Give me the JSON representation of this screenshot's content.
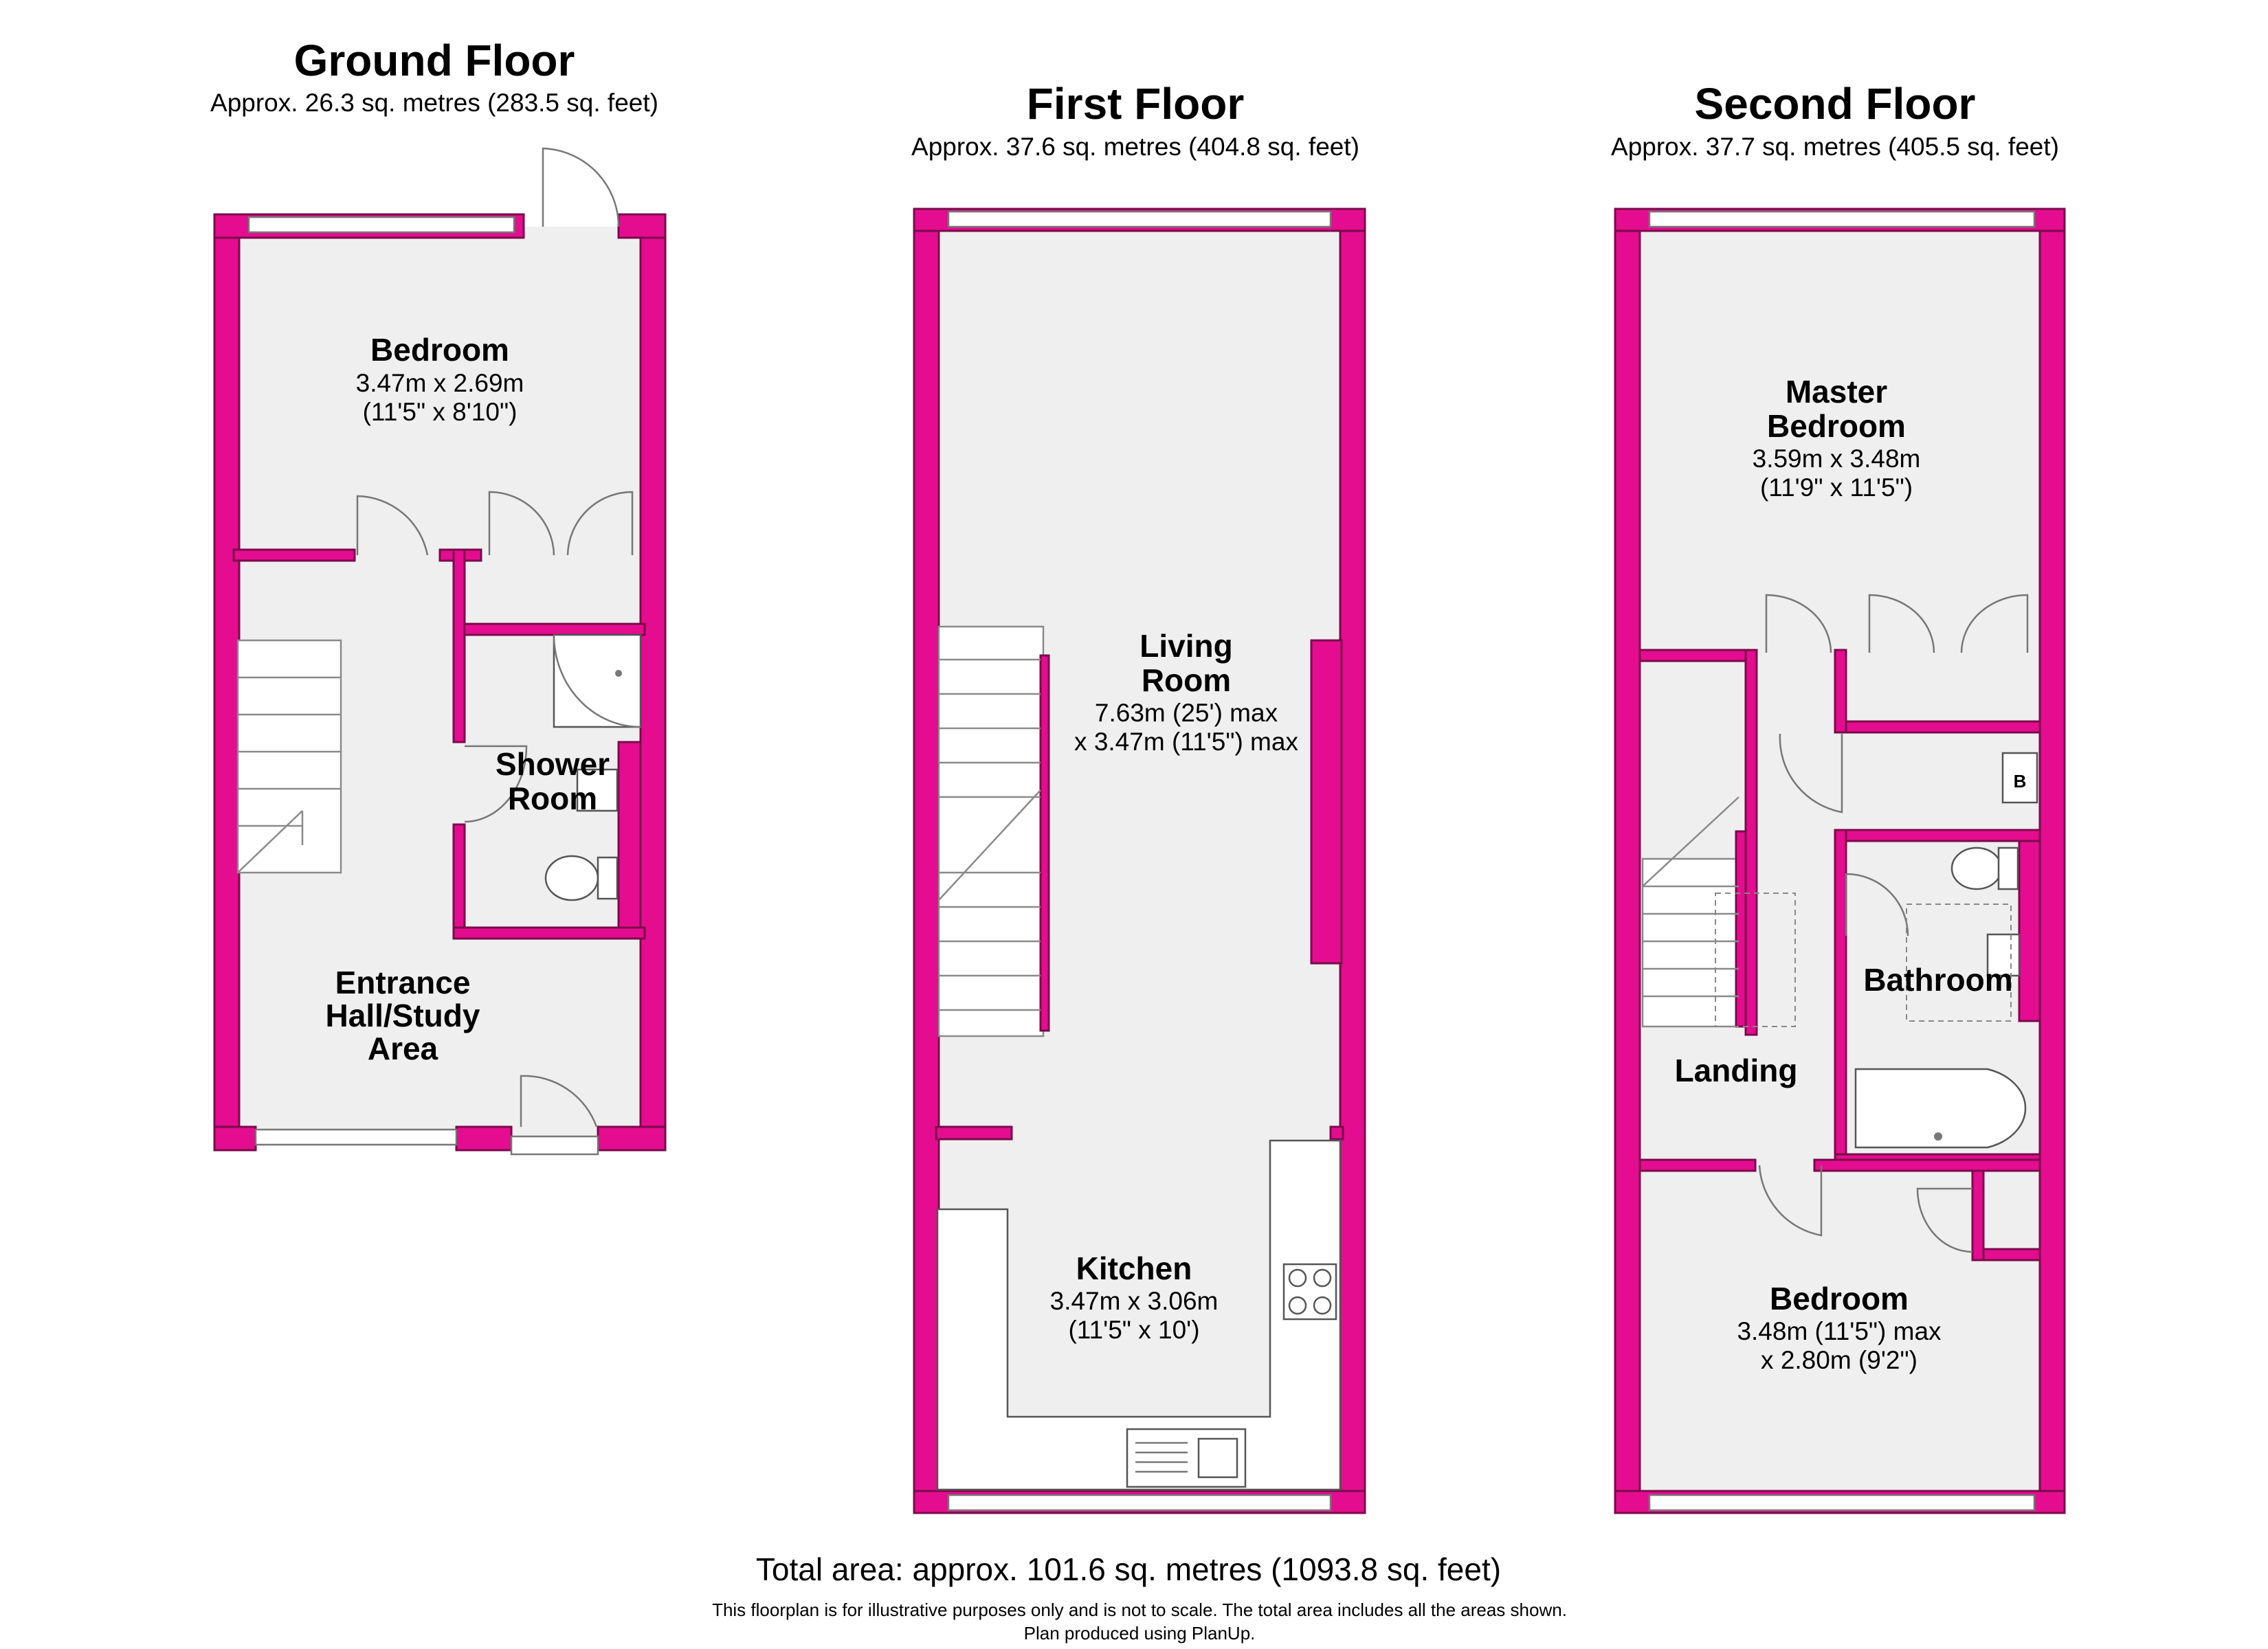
{
  "floors": {
    "ground": {
      "title": "Ground Floor",
      "area": "Approx. 26.3 sq. metres (283.5 sq. feet)"
    },
    "first": {
      "title": "First Floor",
      "area": "Approx. 37.6 sq. metres (404.8 sq. feet)"
    },
    "second": {
      "title": "Second Floor",
      "area": "Approx. 37.7 sq. metres (405.5 sq. feet)"
    }
  },
  "rooms": {
    "ground_bedroom": {
      "name": "Bedroom",
      "dim1": "3.47m x 2.69m",
      "dim2": "(11'5\" x 8'10\")"
    },
    "shower": {
      "name1": "Shower",
      "name2": "Room"
    },
    "entrance": {
      "name1": "Entrance",
      "name2": "Hall/Study",
      "name3": "Area"
    },
    "living": {
      "name1": "Living",
      "name2": "Room",
      "dim1": "7.63m (25') max",
      "dim2": "x 3.47m (11'5\") max"
    },
    "kitchen": {
      "name": "Kitchen",
      "dim1": "3.47m x 3.06m",
      "dim2": "(11'5\" x 10')"
    },
    "master": {
      "name1": "Master",
      "name2": "Bedroom",
      "dim1": "3.59m x 3.48m",
      "dim2": "(11'9\" x 11'5\")"
    },
    "bathroom": {
      "name": "Bathroom"
    },
    "landing": {
      "name": "Landing"
    },
    "second_bedroom": {
      "name": "Bedroom",
      "dim1": "3.48m (11'5\") max",
      "dim2": "x 2.80m (9'2\")"
    },
    "boiler": {
      "label": "B"
    }
  },
  "footer": {
    "total": "Total area: approx. 101.6 sq. metres (1093.8 sq. feet)",
    "disclaimer": "This floorplan is for illustrative purposes only and is not to scale. The total area includes all the areas shown.",
    "credit": "Plan produced using PlanUp."
  },
  "colors": {
    "wall": "#e40d8f",
    "floor": "#efefef"
  }
}
